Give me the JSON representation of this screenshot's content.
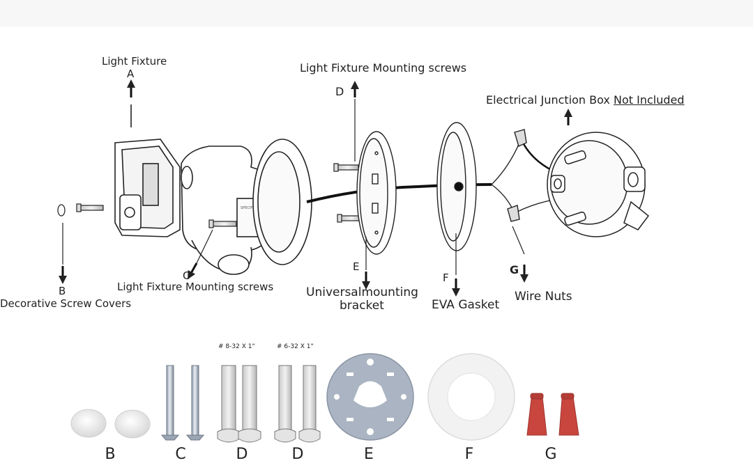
{
  "diagram": {
    "labels": {
      "light_fixture": "Light Fixture",
      "a": "A",
      "light_fixture_mounting_screws_top": "Light Fixture Mounting screws",
      "d_top": "D",
      "junction_box_prefix": "Electrical Junction Box ",
      "junction_box_underlined": "Not Included",
      "b_top": "B",
      "decorative_screw_covers": "Decorative Screw Covers",
      "c_top": "C",
      "light_fixture_mounting_screws_bottom": "Light Fixture Mounting screws",
      "e_top": "E",
      "universal_mounting_bracket_line1": "Universalmounting",
      "universal_mounting_bracket_line2": "bracket",
      "f_top": "F",
      "eva_gasket": "EVA Gasket",
      "g_top": "G",
      "wire_nuts": "Wire Nuts"
    },
    "parts_row": {
      "spec_d1": "# 8-32 X 1\"",
      "spec_d2": "# 6-32 X 1\"",
      "letters": [
        "B",
        "C",
        "D",
        "D",
        "E",
        "F",
        "G"
      ]
    },
    "colors": {
      "line": "#222222",
      "wire": "#111111",
      "bracket_blue": "#aab4c2",
      "wire_nut_red": "#c8463e",
      "gasket_white": "#f2f2f2"
    }
  }
}
